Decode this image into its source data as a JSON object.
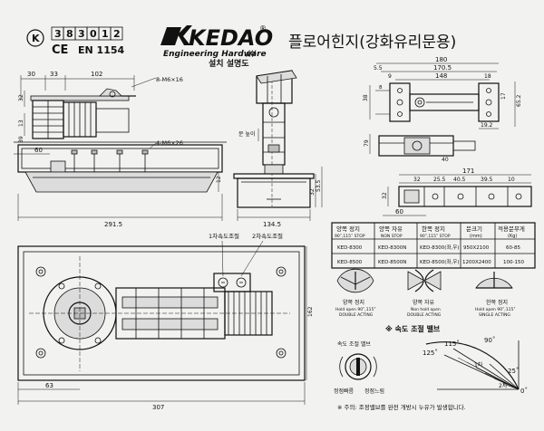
{
  "header": {
    "cert_number": "383012",
    "cert_digits": [
      "3",
      "8",
      "3",
      "0",
      "1",
      "2"
    ],
    "ce_mark": "CE",
    "k_mark": "K",
    "standard": "EN 1154",
    "brand": "KEDAO",
    "registered": "®",
    "brand_tagline": "Engineering Hardware",
    "brand_slashes": "///",
    "brand_subtitle": "설치 설명도",
    "product_title": "플로어힌지(강화유리문용)"
  },
  "side_view_dims": {
    "d30a": "30",
    "d33": "33",
    "d102": "102",
    "d32": "32",
    "d13": "13",
    "d39": "39",
    "d60": "60",
    "d12": "12",
    "d2915": "291.5",
    "screw_top": "8-M6×16",
    "screw_bottom": "4-M6×26"
  },
  "front_view_dims": {
    "d32": "32",
    "d535": "53.5",
    "d1345": "134.5",
    "label_door_height": "문 높이"
  },
  "plate_dims": {
    "d180": "180",
    "d1705": "170.5",
    "d148": "148",
    "d55": "5.5",
    "d9": "9",
    "d18": "18",
    "d38": "38",
    "d652": "65.2",
    "d17": "17",
    "d8": "8",
    "d192": "19.2"
  },
  "axle_dims": {
    "d32": "32",
    "d255": "25.5",
    "d405": "40.5",
    "d395": "39.5",
    "d10": "10",
    "d171": "171",
    "d32v": "32",
    "d60": "60",
    "d79": "79",
    "d40": "40"
  },
  "top_view": {
    "label_valve1": "1차속도조절",
    "label_valve2": "2차속도조절",
    "d307": "307",
    "d63": "63",
    "d162": "162"
  },
  "spec_table": {
    "headers": [
      {
        "line1": "양쪽 정지",
        "line2": "90˚,115˚ STOP"
      },
      {
        "line1": "양쪽 자유",
        "line2": "NON STOP"
      },
      {
        "line1": "한쪽 정지",
        "line2": "90˚,115˚ STOP"
      },
      {
        "line1": "문크기",
        "line2": "(mm)"
      },
      {
        "line1": "적용문무게",
        "line2": "(Kg)"
      }
    ],
    "rows": [
      [
        "KED-8300",
        "KED-8300N",
        "KED-8300(좌,우)",
        "950X2100",
        "60-85"
      ],
      [
        "KED-8500",
        "KED-8500N",
        "KED-8500(좌,우)",
        "1200X2400",
        "100-150"
      ]
    ]
  },
  "swing_types": [
    {
      "title": "양쪽 정지",
      "line1": "Hold open 90˚,115˚",
      "line2": "DOUBLE ACTING"
    },
    {
      "title": "양쪽 자유",
      "line1": "Non hold open",
      "line2": "DOUBLE ACTING"
    },
    {
      "title": "한쪽 정지",
      "line1": "Hold open 90˚,115˚",
      "line2": "SINGLE ACTING"
    }
  ],
  "speed_section": {
    "title": "※ 속도 조절 밸브",
    "valve_label": "속도 조절 밸브",
    "fast": "정점빠름",
    "slow": "정점느림",
    "angle_0": "0˚",
    "angle_25": "25˚",
    "angle_90": "90˚",
    "angle_115": "115˚",
    "angle_125": "125˚",
    "zone1": "1차",
    "zone2": "2차",
    "note": "※ 주의: 조정밸브를 완전 개방시 누유가 발생합니다."
  }
}
